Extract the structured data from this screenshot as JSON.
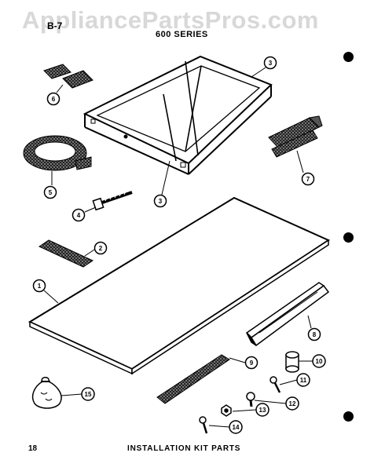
{
  "watermark": "AppliancePartsPros.com",
  "header": {
    "page_code": "B-7",
    "series": "600 SERIES"
  },
  "footer": {
    "page_number": "18",
    "title": "INSTALLATION KIT PARTS"
  },
  "callouts": {
    "c1": "1",
    "c2": "2",
    "c3a": "3",
    "c3b": "3",
    "c4": "4",
    "c5": "5",
    "c6": "6",
    "c7": "7",
    "c8": "8",
    "c9": "9",
    "c10": "10",
    "c11": "11",
    "c12": "12",
    "c13": "13",
    "c14": "14",
    "c15": "15"
  }
}
